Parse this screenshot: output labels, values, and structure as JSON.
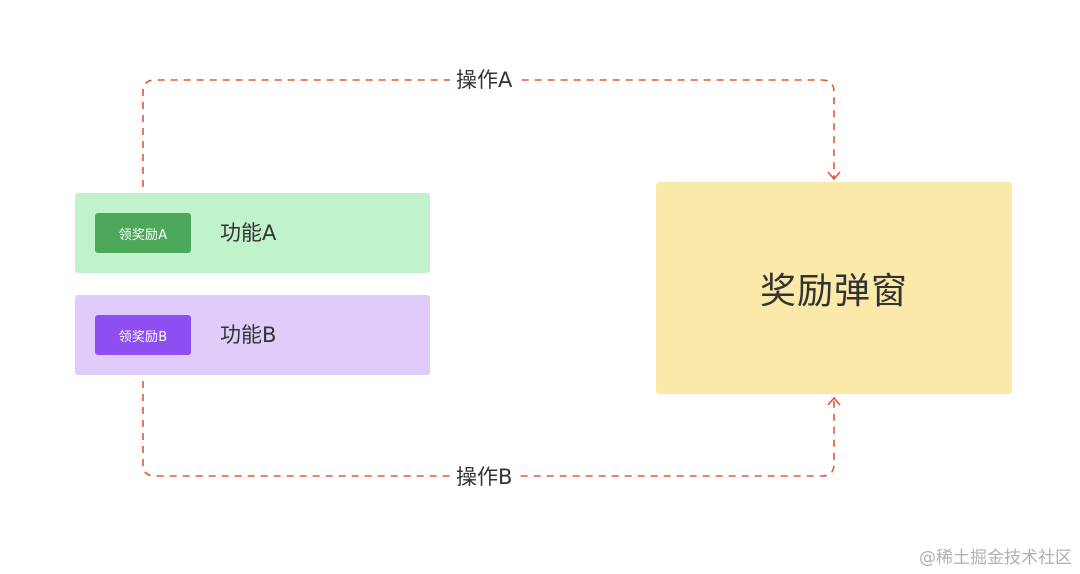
{
  "feature_a": {
    "button_label": "领奖励A",
    "label": "功能A"
  },
  "feature_b": {
    "button_label": "领奖励B",
    "label": "功能B"
  },
  "reward_box": {
    "title": "奖励弹窗"
  },
  "operations": {
    "a": "操作A",
    "b": "操作B"
  },
  "watermark": "@稀土掘金技术社区",
  "colors": {
    "arrow": "#e0593a",
    "panel_a": "#c0f2cb",
    "button_a": "#4ca95c",
    "panel_b": "#e0ccfa",
    "button_b": "#8f4ef2",
    "reward_box": "#fae9a9"
  }
}
